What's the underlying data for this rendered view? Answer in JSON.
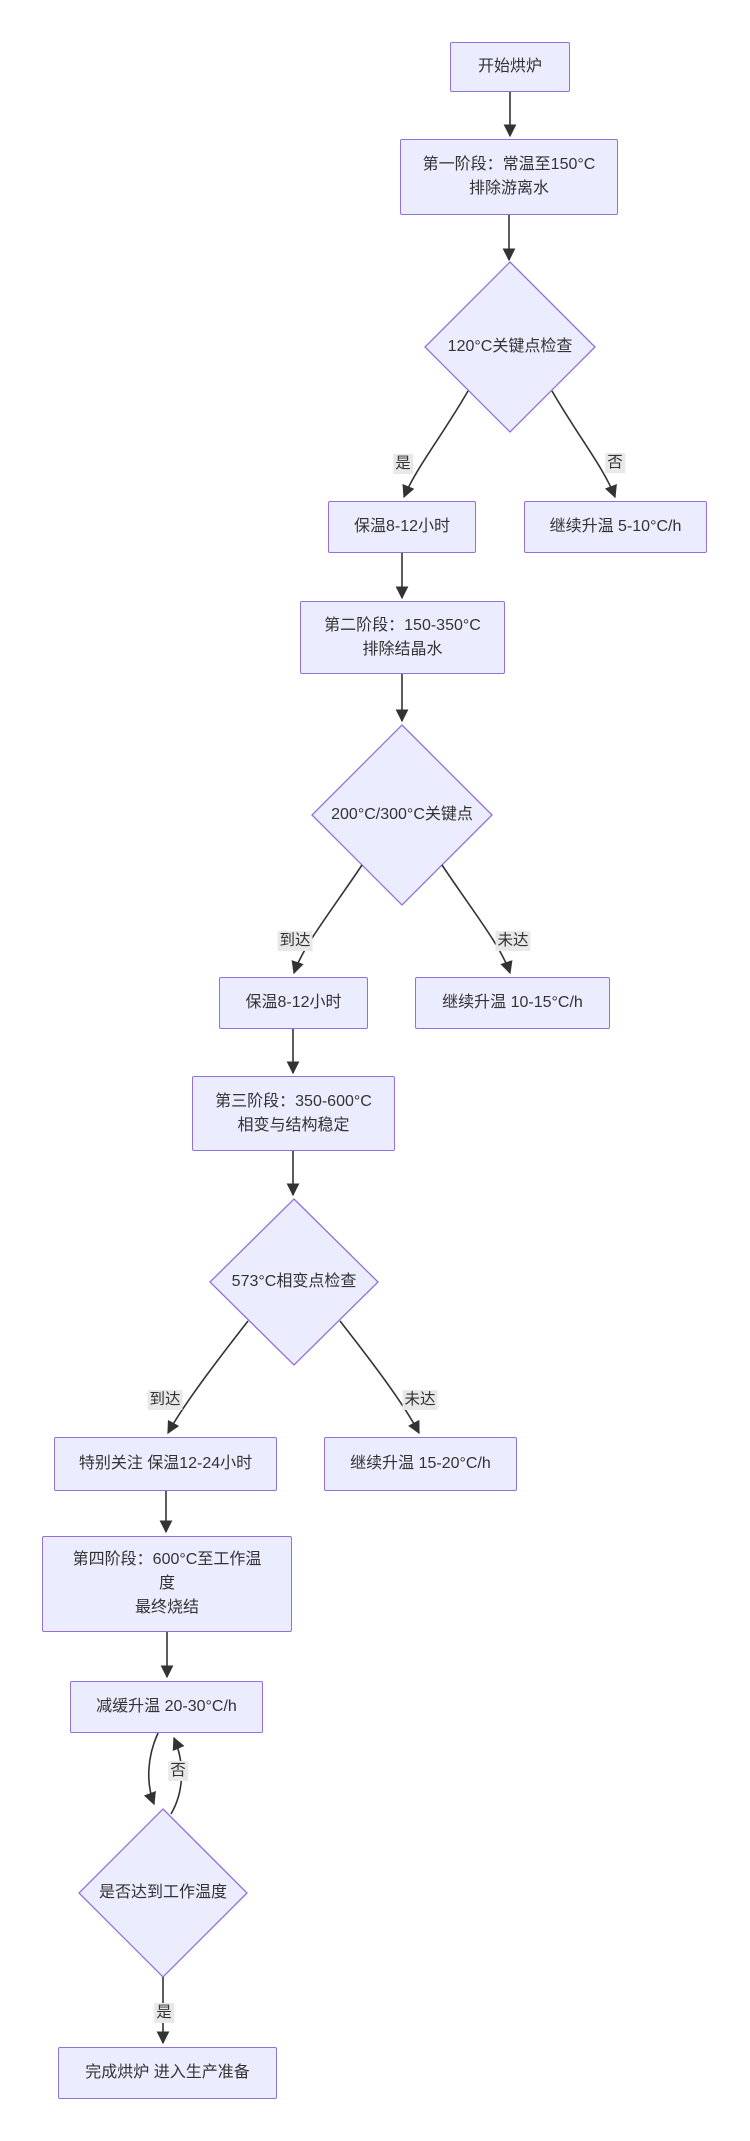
{
  "diagram": {
    "type": "flowchart",
    "background": "#ffffff",
    "node_fill": "#ECECFF",
    "node_border": "#9370DB",
    "edge_color": "#333333",
    "label_bg": "#e8e8e8",
    "text_color": "#333333"
  },
  "nodes": {
    "start": {
      "lines": [
        "开始烘炉"
      ]
    },
    "stage1": {
      "lines": [
        "第一阶段：常温至150°C",
        "排除游离水"
      ]
    },
    "check120": {
      "label": "120°C关键点检查"
    },
    "hold1": {
      "lines": [
        "保温8-12小时"
      ]
    },
    "heatup1": {
      "lines": [
        "继续升温 5-10°C/h"
      ]
    },
    "stage2": {
      "lines": [
        "第二阶段：150-350°C",
        "排除结晶水"
      ]
    },
    "check200": {
      "label": "200°C/300°C关键点"
    },
    "hold2": {
      "lines": [
        "保温8-12小时"
      ]
    },
    "heatup2": {
      "lines": [
        "继续升温 10-15°C/h"
      ]
    },
    "stage3": {
      "lines": [
        "第三阶段：350-600°C",
        "相变与结构稳定"
      ]
    },
    "check573": {
      "label": "573°C相变点检查"
    },
    "hold3": {
      "lines": [
        "特别关注 保温12-24小时"
      ]
    },
    "heatup3": {
      "lines": [
        "继续升温 15-20°C/h"
      ]
    },
    "stage4": {
      "lines": [
        "第四阶段：600°C至工作温",
        "度",
        "最终烧结"
      ]
    },
    "slow": {
      "lines": [
        "减缓升温 20-30°C/h"
      ]
    },
    "checkwork": {
      "label": "是否达到工作温度"
    },
    "finish": {
      "lines": [
        "完成烘炉 进入生产准备"
      ]
    }
  },
  "edge_labels": {
    "yes1": "是",
    "no1": "否",
    "reach2": "到达",
    "miss2": "未达",
    "reach3": "到达",
    "miss3": "未达",
    "no4": "否",
    "yes4": "是"
  }
}
